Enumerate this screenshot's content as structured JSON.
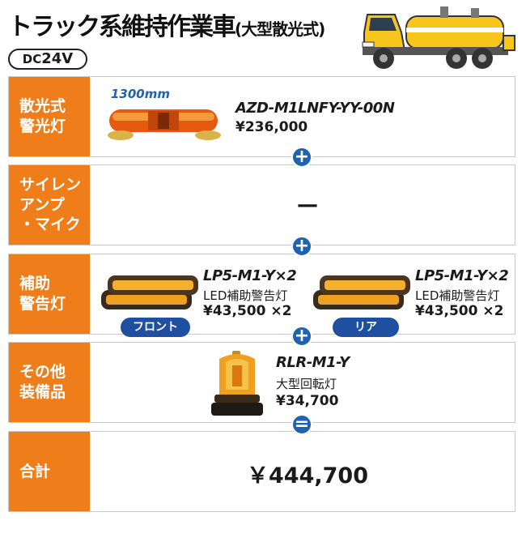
{
  "header": {
    "title": "トラック系維持作業車",
    "subtitle": "(大型散光式)",
    "voltage_prefix": "DC",
    "voltage_value": "24V"
  },
  "rows": {
    "beacon": {
      "label_lines": [
        "散光式",
        "警光灯"
      ],
      "length_note": "1300mm",
      "model": "AZD-M1LNFY-YY-00N",
      "price": "¥236,000"
    },
    "siren": {
      "label_lines": [
        "サイレン",
        "アンプ",
        "・マイク"
      ],
      "value": "—"
    },
    "aux": {
      "label_lines": [
        "補助",
        "警告灯"
      ],
      "front": {
        "model": "LP5-M1-Y×2",
        "desc": "LED補助警告灯",
        "price": "¥43,500 ×2",
        "tag": "フロント"
      },
      "rear": {
        "model": "LP5-M1-Y×2",
        "desc": "LED補助警告灯",
        "price": "¥43,500 ×2",
        "tag": "リア"
      }
    },
    "other": {
      "label_lines": [
        "その他",
        "装備品"
      ],
      "model": "RLR-M1-Y",
      "desc": "大型回転灯",
      "price": "¥34,700"
    },
    "total": {
      "label": "合計",
      "value": "￥444,700"
    }
  },
  "connectors": {
    "plus": "+",
    "equals": "="
  },
  "colors": {
    "label_orange": "#ee7d1a",
    "connector_blue": "#1f63b0",
    "tag_blue": "#1f4fa0",
    "length_blue": "#1f63b0",
    "lamp_amber": "#f0a020"
  },
  "icons": {
    "truck": "yellow-maintenance-truck-illustration",
    "light_bar": "amber-light-bar-photo",
    "aux_light": "led-auxiliary-warning-light-photo",
    "rotating_light": "rotating-beacon-photo"
  }
}
